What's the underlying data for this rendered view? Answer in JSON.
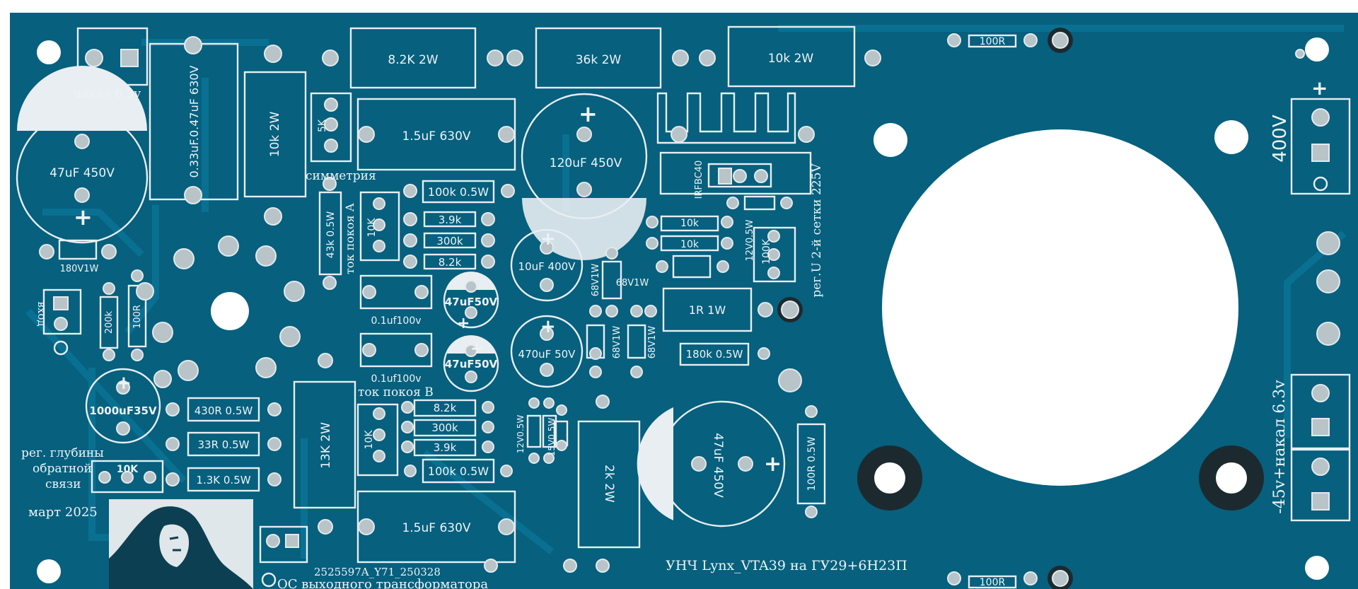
{
  "board": {
    "title": "УНЧ Lynx_VTA39 на ГУ29+6Н23П",
    "code": "2525597A_Y71_250328",
    "date": "март 2025",
    "colors": {
      "board": "#06607e",
      "silk": "#e8eef2",
      "pad": "#b9c4c8",
      "trace": "#0a6d8f"
    }
  },
  "labels": {
    "heater_left": "накал 6.3v",
    "symmetry": "симметрия",
    "quiescent_a": "ток покоя А",
    "quiescent_b": "ток покоя В",
    "input": "вход",
    "feedback_line1": "рег. глубины",
    "feedback_line2": "обратной",
    "feedback_line3": "связи",
    "os_output": "ОС выходного трансформатора",
    "grid2": "рег.U 2-й сетки 225V",
    "voltage_400": "400V",
    "supply_right": "-45v+накал 6.3v",
    "plus": "+"
  },
  "parts": {
    "r_8k2_2w": "8.2K 2W",
    "r_36k_2w": "36k 2W",
    "r_10k_2w_top": "10k 2W",
    "r_100r_top": "100R",
    "r_100r_bottom": "100R",
    "c_047": "0.33uF.0.47uF 630V",
    "r_10k_2w_v": "10k 2W",
    "pot_5k": "5K",
    "c_15_top": "1.5uF 630V",
    "c_120": "120uF 450V",
    "c_47_left": "47uF 450V",
    "z_180": "180V1W",
    "r_100k_top": "100k 0.5W",
    "r_39k_top": "3.9k",
    "r_300k_top": "300k",
    "r_82k_top": "8.2k",
    "pot_10k_a": "10K",
    "r_43k": "43k 0.5W",
    "c_01_a": "0.1uf100v",
    "c_01_b": "0.1uf100v",
    "c_47_50_a": "47uF50V",
    "c_47_50_b": "47uF50V",
    "c_10_400": "10uF 400V",
    "c_470_50": "470uF 50V",
    "z_68_a": "68V1W",
    "z_68_b": "68V1W",
    "z_68_c": "68V1W",
    "z_68_d": "68V1W",
    "mosfet": "IRFBC40",
    "r_10k_a": "10k",
    "r_10k_b": "10k",
    "z_12": "12V0.5W",
    "pot_100k": "100K",
    "r_1r": "1R 1W",
    "r_180k": "180k 0.5W",
    "r_200k": "200k",
    "r_100r_v": "100R",
    "c_1000": "1000uF35V",
    "r_430r": "430R 0.5W",
    "r_33r": "33R 0.5W",
    "r_13k_05": "1.3K 0.5W",
    "pot_10k_fb": "10K",
    "r_13k_2w": "13K 2W",
    "r_82k_b": "8.2k",
    "r_300k_b": "300k",
    "r_39k_b": "3.9k",
    "pot_10k_b": "10K",
    "r_100k_b": "100k 0.5W",
    "c_15_bottom": "1.5uF 630V",
    "z_12_b": "12V0.5W",
    "z_15_b": "15V0.5W",
    "r_2k_2w": "2k 2W",
    "c_47_right": "47uF 450V",
    "r_100r_05": "100R 0.5W"
  }
}
